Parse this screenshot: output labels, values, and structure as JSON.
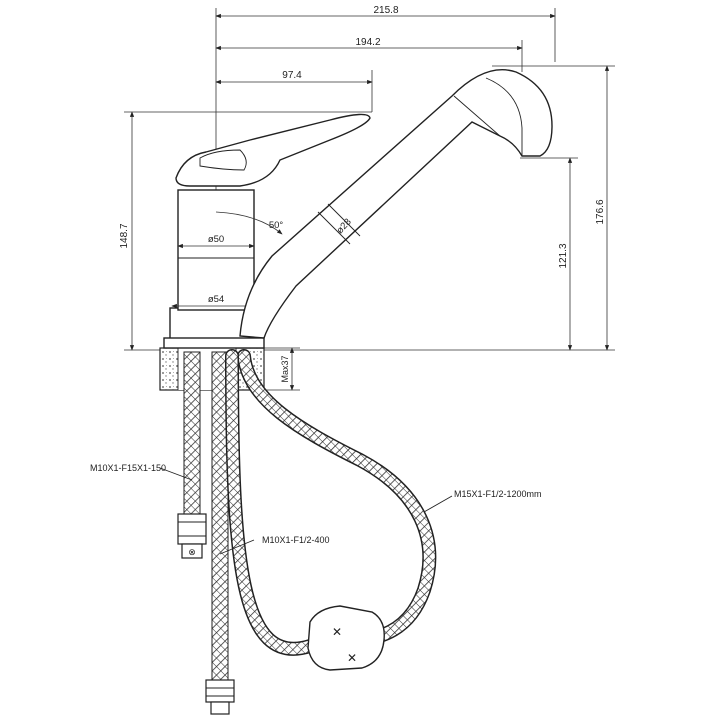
{
  "dimensions": {
    "overall_width": "215.8",
    "spout_width": "194.2",
    "handle_width": "97.4",
    "total_height": "148.7",
    "spout_height": "176.6",
    "outlet_height": "121.3",
    "body_diameter_upper": "ø50",
    "body_diameter_lower": "ø54",
    "hose_diameter": "ø28",
    "swivel_angle": "50°",
    "max_deck_thickness": "Max37"
  },
  "hoses": {
    "supply_left": "M10X1-F15X1-150",
    "supply_right": "M10X1-F1/2-400",
    "pull_out": "M15X1-F1/2-1200mm"
  },
  "colors": {
    "line": "#222222",
    "background": "#ffffff"
  }
}
